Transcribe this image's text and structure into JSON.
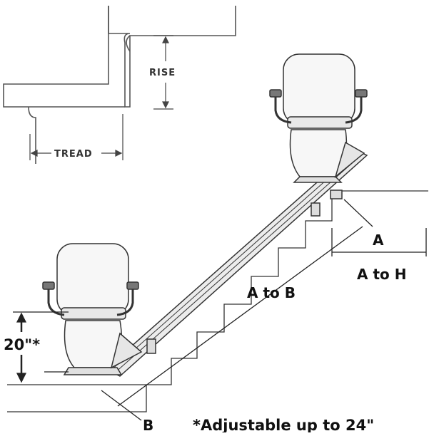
{
  "inset": {
    "rise_label": "RISE",
    "tread_label": "TREAD"
  },
  "labels": {
    "a": "A",
    "a_to_h": "A to H",
    "a_to_b": "A to B",
    "seat_height": "20\"*",
    "b": "B",
    "footnote": "*Adjustable up to 24\""
  },
  "colors": {
    "line": "#222222",
    "chair": "#f7f7f7",
    "rail": "#e9e9e9"
  }
}
